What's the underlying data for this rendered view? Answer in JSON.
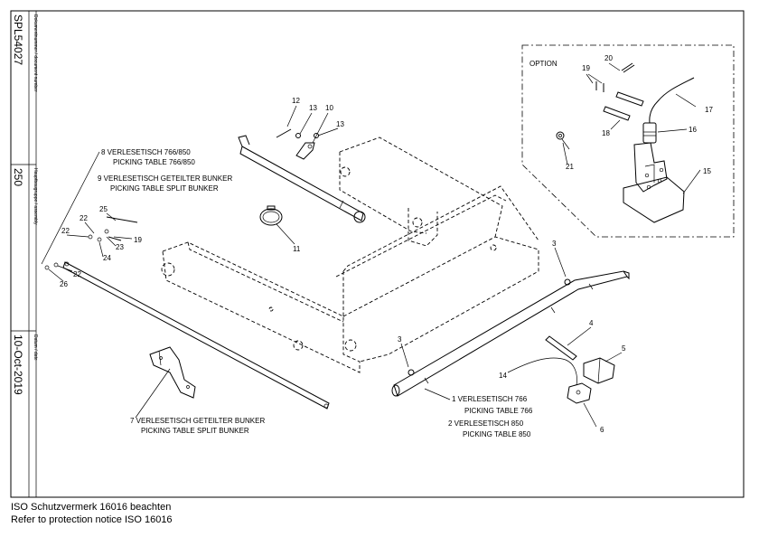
{
  "sidebar": {
    "doc_number_label": "Dokumentnummer / document number",
    "doc_number": "SPL54027",
    "assembly_label": "Hauptbaugruppe / assembly",
    "assembly": "250",
    "date_label": "Datum / date",
    "date": "10-Oct-2019"
  },
  "option_label": "OPTION",
  "captions": {
    "c8a": "8 VERLESETISCH 766/850",
    "c8b": "PICKING TABLE 766/850",
    "c9a": "9 VERLESETISCH GETEILTER BUNKER",
    "c9b": "PICKING TABLE SPLIT BUNKER",
    "c7a": "7 VERLESETISCH GETEILTER BUNKER",
    "c7b": "PICKING TABLE SPLIT BUNKER",
    "c1a": "1 VERLESETISCH 766",
    "c1b": "PICKING TABLE 766",
    "c2a": "2 VERLESETISCH 850",
    "c2b": "PICKING TABLE 850"
  },
  "callouts": {
    "n3a": "3",
    "n3b": "3",
    "n4": "4",
    "n5": "5",
    "n6": "6",
    "n10": "10",
    "n11": "11",
    "n12": "12",
    "n13a": "13",
    "n13b": "13",
    "n14": "14",
    "n15": "15",
    "n16": "16",
    "n17": "17",
    "n18": "18",
    "n19a": "19",
    "n19b": "19",
    "n20": "20",
    "n21": "21",
    "n22a": "22",
    "n22b": "22",
    "n22c": "22",
    "n23": "23",
    "n24": "24",
    "n25": "25",
    "n26": "26"
  },
  "footer": {
    "line1": "ISO Schutzvermerk 16016 beachten",
    "line2": "Refer to protection notice ISO 16016"
  }
}
